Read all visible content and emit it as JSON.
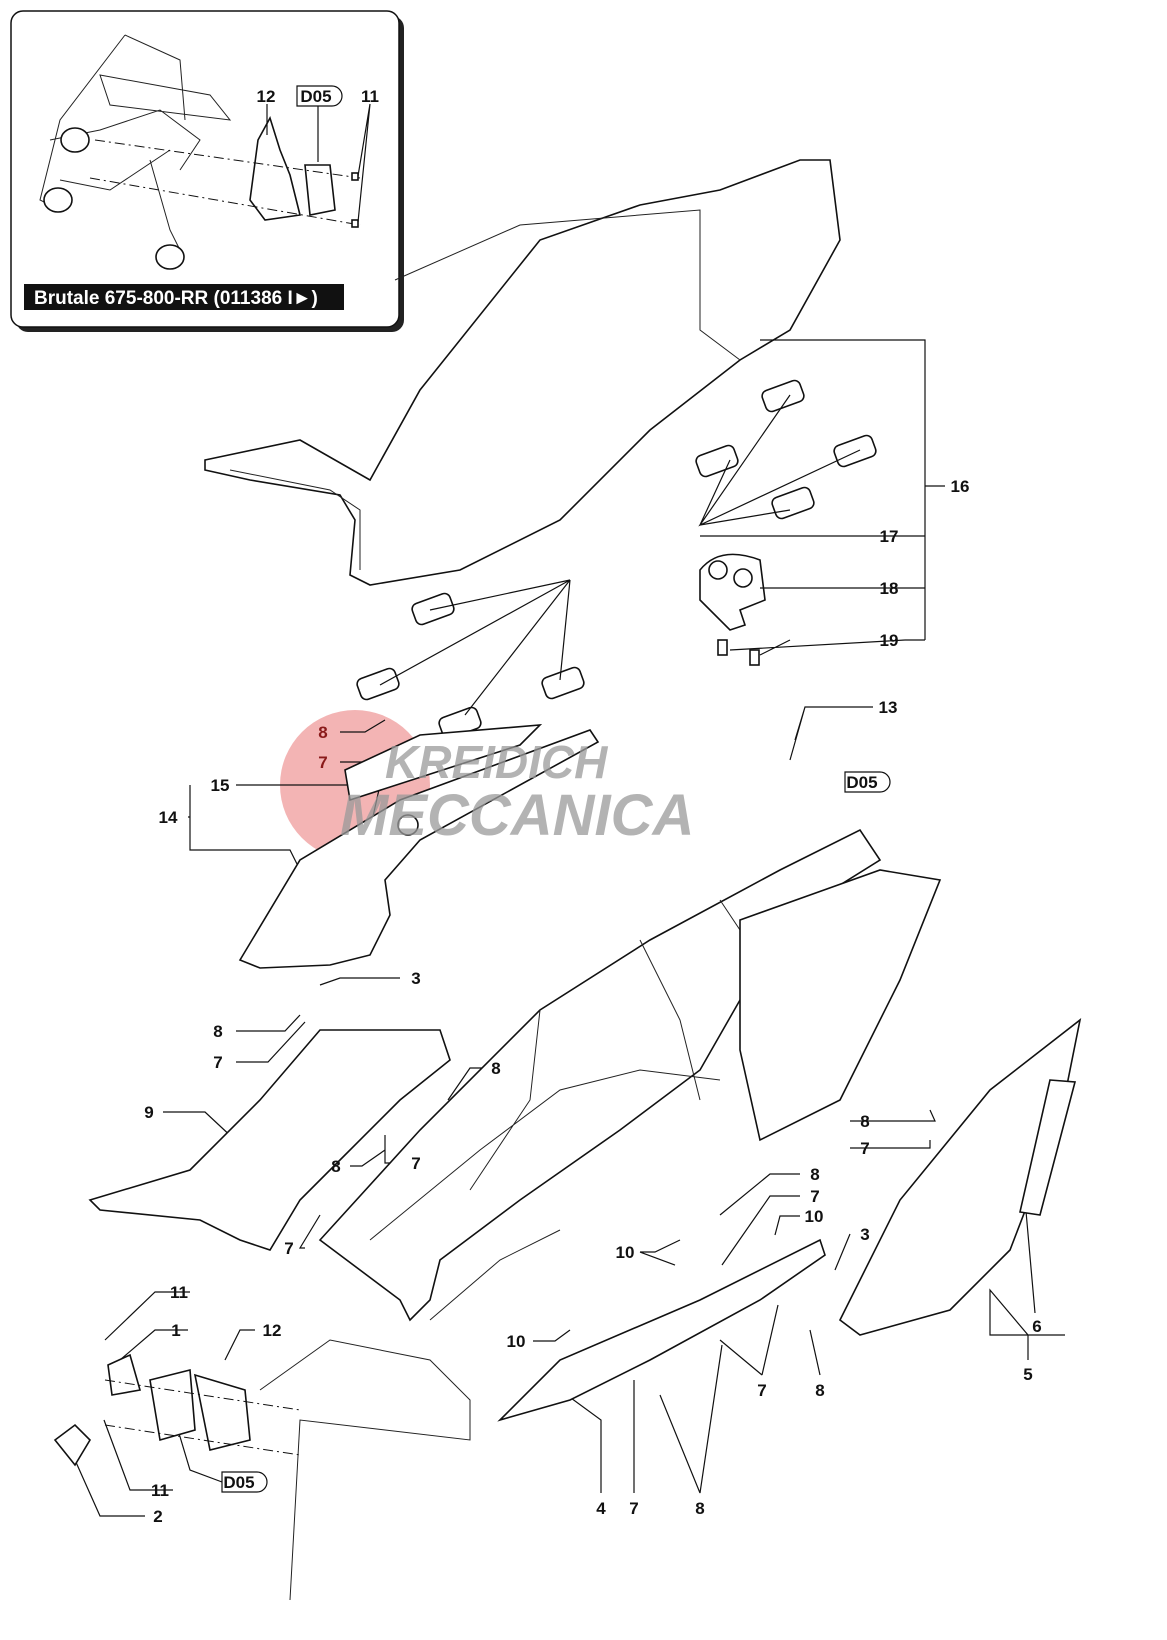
{
  "inset": {
    "title": "Brutale 675-800-RR (011386 I►)",
    "labels": [
      "12",
      "D05",
      "11"
    ]
  },
  "watermark": {
    "line1": "KREIDICH",
    "line2": "MECCANICA"
  },
  "callouts": [
    "16",
    "17",
    "18",
    "19",
    "13",
    "D05",
    "8",
    "7",
    "15",
    "14",
    "3",
    "8",
    "7",
    "8",
    "9",
    "7",
    "8",
    "7",
    "8",
    "7",
    "8",
    "7",
    "10",
    "10",
    "3",
    "6",
    "5",
    "10",
    "7",
    "8",
    "4",
    "7",
    "8",
    "11",
    "1",
    "12",
    "11",
    "2",
    "D05"
  ],
  "colors": {
    "watermark_red": "#e86a6a",
    "highlight_label": "#8a1a1a"
  }
}
